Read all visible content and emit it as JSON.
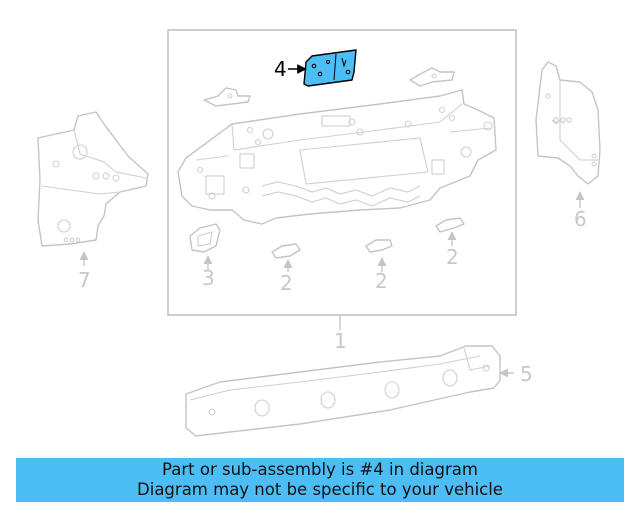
{
  "diagram": {
    "highlight_color": "#4cbdf5",
    "highlighted_part": "4",
    "callouts": [
      "1",
      "2",
      "2",
      "2",
      "3",
      "4",
      "5",
      "6",
      "7"
    ]
  },
  "banner": {
    "line1": "Part or sub-assembly is #4 in diagram",
    "line2": "Diagram may not be specific to your vehicle",
    "background": "#4cbdf5"
  }
}
